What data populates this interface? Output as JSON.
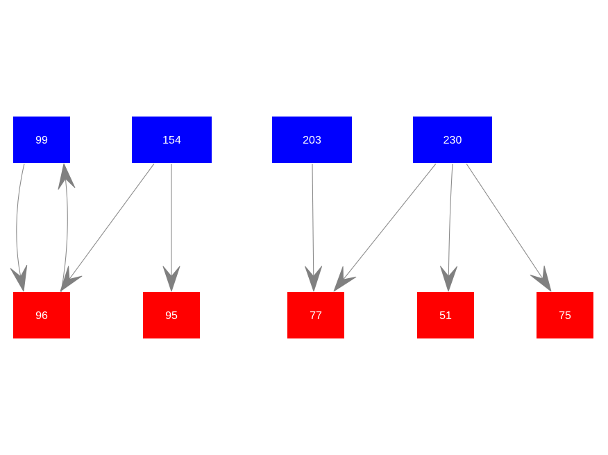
{
  "colors": {
    "source_node": "#0000ff",
    "target_node": "#ff0000",
    "edge": "#8c8c8c",
    "arrowhead": "#808080",
    "label": "#ffffff"
  },
  "nodes": [
    {
      "id": "n99",
      "label": "99",
      "kind": "source"
    },
    {
      "id": "n154",
      "label": "154",
      "kind": "source"
    },
    {
      "id": "n203",
      "label": "203",
      "kind": "source"
    },
    {
      "id": "n230",
      "label": "230",
      "kind": "source"
    },
    {
      "id": "n96",
      "label": "96",
      "kind": "target"
    },
    {
      "id": "n95",
      "label": "95",
      "kind": "target"
    },
    {
      "id": "n77",
      "label": "77",
      "kind": "target"
    },
    {
      "id": "n51",
      "label": "51",
      "kind": "target"
    },
    {
      "id": "n75",
      "label": "75",
      "kind": "target"
    }
  ],
  "edges": [
    {
      "from": "n99",
      "to": "n96"
    },
    {
      "from": "n96",
      "to": "n99"
    },
    {
      "from": "n154",
      "to": "n96"
    },
    {
      "from": "n154",
      "to": "n95"
    },
    {
      "from": "n203",
      "to": "n77"
    },
    {
      "from": "n230",
      "to": "n77"
    },
    {
      "from": "n230",
      "to": "n51"
    },
    {
      "from": "n230",
      "to": "n75"
    }
  ]
}
